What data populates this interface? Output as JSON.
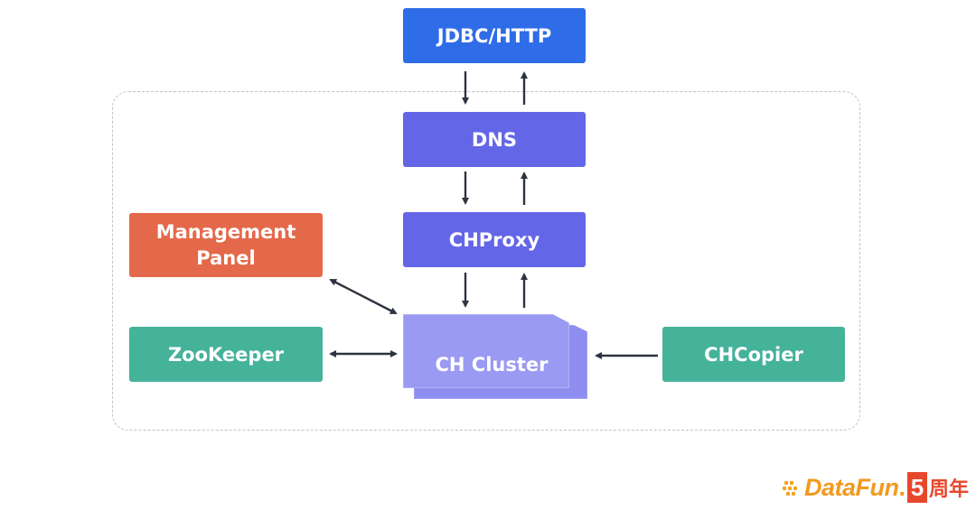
{
  "nodes": {
    "client": "JDBC/HTTP",
    "dns": "DNS",
    "proxy": "CHProxy",
    "management": "Management\nPanel",
    "zookeeper": "ZooKeeper",
    "cluster": "CH Cluster",
    "copier": "CHCopier"
  },
  "logo": {
    "brand": "DataFun",
    "dot": ".",
    "number": "5",
    "suffix": "周年"
  },
  "colors": {
    "client": "#2f6ce8",
    "service": "#6366e6",
    "management": "#e4694a",
    "auxiliary": "#45b29a",
    "cluster": "#9a9af2",
    "logo": "#f29a1f"
  }
}
